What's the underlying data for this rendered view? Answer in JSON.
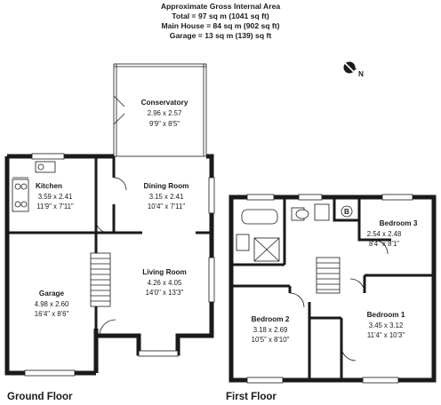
{
  "header": {
    "line1": "Approximate Gross Internal Area",
    "line2": "Total = 97 sq m (1041 sq ft)",
    "line3": "Main House = 84 sq m (902 sq ft)",
    "line4": "Garage = 13 sq m (139) sq ft"
  },
  "compass": {
    "icon": "north-arrow-icon",
    "label": "N"
  },
  "ground_floor": {
    "label": "Ground Floor",
    "rooms": {
      "conservatory": {
        "name": "Conservatory",
        "metric": "2.96 x 2.57",
        "imperial": "9'9\" x 8'5\""
      },
      "kitchen": {
        "name": "Kitchen",
        "metric": "3.59 x 2.41",
        "imperial": "11'9\" x 7'11\""
      },
      "dining": {
        "name": "Dining Room",
        "metric": "3.15 x 2.41",
        "imperial": "10'4\" x 7'11\""
      },
      "living": {
        "name": "Living Room",
        "metric": "4.26 x 4.05",
        "imperial": "14'0\" x 13'3\""
      },
      "garage": {
        "name": "Garage",
        "metric": "4.98 x 2.60",
        "imperial": "16'4\" x 8'6\""
      }
    }
  },
  "first_floor": {
    "label": "First Floor",
    "cupboard_label": "B",
    "rooms": {
      "bedroom3": {
        "name": "Bedroom 3",
        "metric": "2.54 x 2.48",
        "imperial": "8'4\" x 8'1\""
      },
      "bedroom2": {
        "name": "Bedroom 2",
        "metric": "3.18 x 2.69",
        "imperial": "10'5\" x 8'10\""
      },
      "bedroom1": {
        "name": "Bedroom 1",
        "metric": "3.45 x 3.12",
        "imperial": "11'4\" x 10'3\""
      }
    }
  }
}
